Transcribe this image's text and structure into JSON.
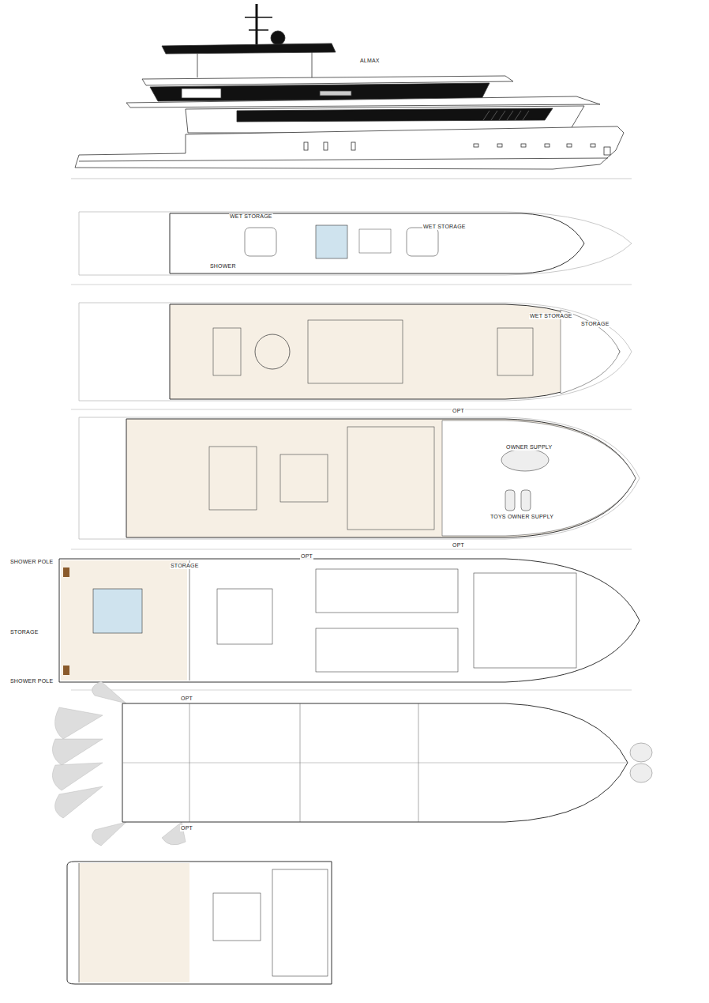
{
  "diagram": {
    "labels": [
      "ALMAX",
      "WET STORAGE",
      "WET STORAGE",
      "SHOWER",
      "WET STORAGE",
      "STORAGE",
      "OPT",
      "OWNER SUPPLY",
      "TOYS OWNER SUPPLY",
      "OPT",
      "SHOWER POLE",
      "STORAGE",
      "OPT",
      "STORAGE",
      "SHOWER POLE",
      "OPT",
      "OPT"
    ]
  }
}
